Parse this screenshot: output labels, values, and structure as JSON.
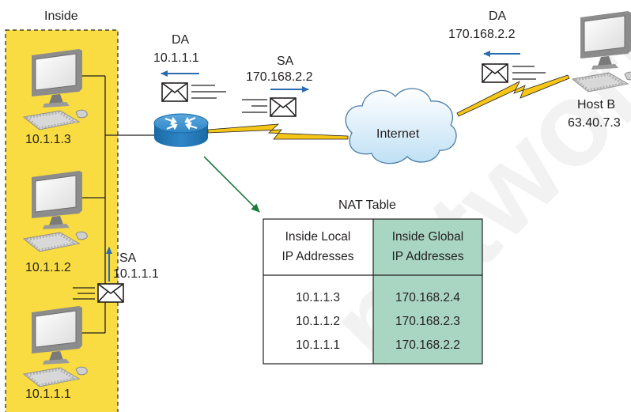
{
  "inside_label": "Inside",
  "hosts": {
    "host1": "10.1.1.3",
    "host2": "10.1.1.2",
    "host3": "10.1.1.1"
  },
  "host_b": {
    "name": "Host B",
    "ip": "63.40.7.3"
  },
  "internet_label": "Internet",
  "packets": {
    "router_out": {
      "label": "DA",
      "ip": "10.1.1.1"
    },
    "router_in": {
      "label": "SA",
      "ip": "170.168.2.2"
    },
    "host_b_out": {
      "label": "DA",
      "ip": "170.168.2.2"
    },
    "inside_up": {
      "label": "SA",
      "ip": "10.1.1.1"
    }
  },
  "nat_table": {
    "title": "NAT Table",
    "headers": {
      "local_line1": "Inside Local",
      "local_line2": "IP Addresses",
      "global_line1": "Inside Global",
      "global_line2": "IP Addresses"
    },
    "rows": [
      {
        "local": "10.1.1.3",
        "global": "170.168.2.4"
      },
      {
        "local": "10.1.1.2",
        "global": "170.168.2.3"
      },
      {
        "local": "10.1.1.1",
        "global": "170.168.2.2"
      }
    ]
  },
  "watermark": "network",
  "colors": {
    "inside_zone": "#f9dc42",
    "global_column": "#a9d5c3",
    "arrow_blue": "#2b6cb0",
    "arrow_green": "#1e7a3b",
    "lightning": "#f5c518",
    "router": "#2f86c7"
  }
}
